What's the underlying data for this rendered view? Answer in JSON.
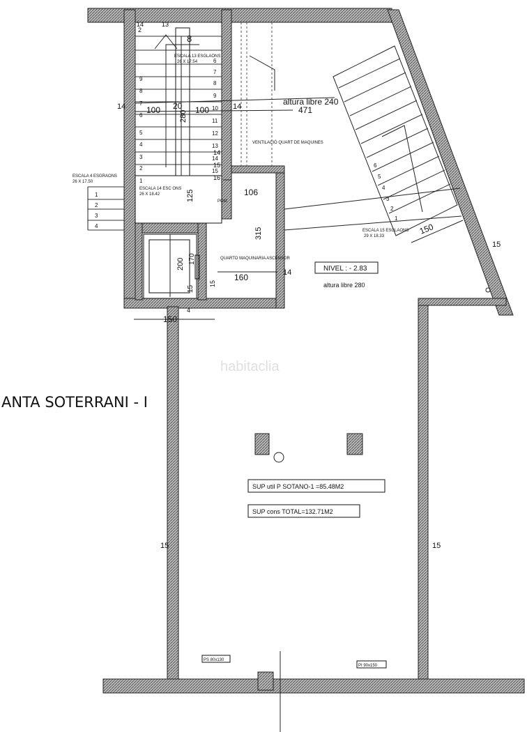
{
  "plan": {
    "title": "ANTA SOTERRANI - I",
    "watermark": "habitaclia",
    "labels": {
      "altura_libre_top": "altura libre 240",
      "altura_libre_main": "altura libre 280",
      "nivel": "NIVEL : - 2.83",
      "ventilacio": "VENTILACIÓ QUART DE MAQUINES",
      "quarto": "QUARTO MAQUINARIA ASCENSOR",
      "escala13": "ESCALA 13 ESGLAONS",
      "escala13_dim": "26 X 17.54",
      "escala14": "ESCALA 14 ESC ONS",
      "escala14_dim": "26 X 18.42",
      "escala4": "ESCALA 4 ESGRAONS",
      "escala4_dim": "26 X 17.50",
      "escala15": "ESCALA 15 ESGLAONS",
      "escala15_dim": "29 X 18.33",
      "sup_util": "SUP util P SOTANO-1 =85.48M2",
      "sup_cons": "SUP cons TOTAL=132.71M2",
      "pf_left": "PS 80x130",
      "pf_right": "PI 90x150",
      "pom": "POM"
    },
    "dims": {
      "d471": "471",
      "d100a": "100",
      "d20": "20",
      "d280": "280",
      "d100b": "100",
      "d125": "125",
      "d106": "106",
      "d315": "315",
      "d200": "200",
      "d170": "170",
      "d160": "160",
      "d15a": "15",
      "d15b": "15",
      "d150a": "150",
      "d150b": "150",
      "d14a": "14",
      "d14b": "14",
      "d14c": "14",
      "d14d": "14",
      "d14e": "14",
      "d13": "13",
      "d8": "8",
      "d4": "4",
      "d15c": "15",
      "d15d": "15",
      "d15e": "15",
      "d15f": "15",
      "d16": "16",
      "d2": "2"
    },
    "steps_left": [
      "9",
      "8",
      "7",
      "6",
      "5",
      "4",
      "3",
      "2",
      "1"
    ],
    "steps_right": [
      "6",
      "7",
      "8",
      "9",
      "10",
      "11",
      "12",
      "13",
      "14",
      "15"
    ],
    "steps_diag": [
      "6",
      "5",
      "4",
      "3",
      "2",
      "1"
    ],
    "steps_small": [
      "1",
      "2",
      "3",
      "4"
    ]
  }
}
